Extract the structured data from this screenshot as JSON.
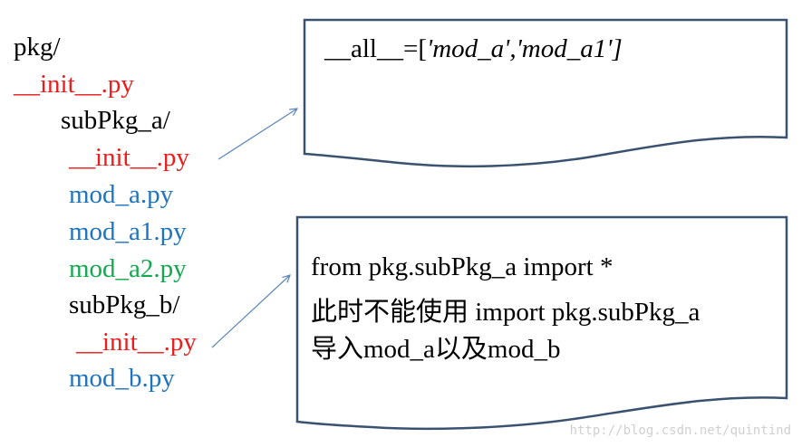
{
  "tree": {
    "items": [
      {
        "text": "pkg/",
        "color": "#000000"
      },
      {
        "text": "__init__.py",
        "color": "#ee1c1c"
      },
      {
        "text": "subPkg_a/",
        "color": "#000000"
      },
      {
        "text": "__init__.py",
        "color": "#ee1c1c"
      },
      {
        "text": "mod_a.py",
        "color": "#1f74bf"
      },
      {
        "text": "mod_a1.py",
        "color": "#1f74bf"
      },
      {
        "text": "mod_a2.py",
        "color": "#14a84e"
      },
      {
        "text": "subPkg_b/",
        "color": "#000000"
      },
      {
        "text": "__init__.py",
        "color": "#ee1c1c"
      },
      {
        "text": "mod_b.py",
        "color": "#1f74bf"
      }
    ]
  },
  "box_top": {
    "prefix": "__all__=[",
    "list_items": "'mod_a','mod_a1'",
    "suffix": "]"
  },
  "box_bottom": {
    "line1": "from pkg.subPkg_a import *",
    "line2": "此时不能使用 import pkg.subPkg_a",
    "line3": "导入mod_a以及mod_b"
  },
  "watermark": "http://blog.csdn.net/quintind",
  "colors": {
    "box_border": "#3a5270",
    "arrow": "#5b86b8"
  }
}
